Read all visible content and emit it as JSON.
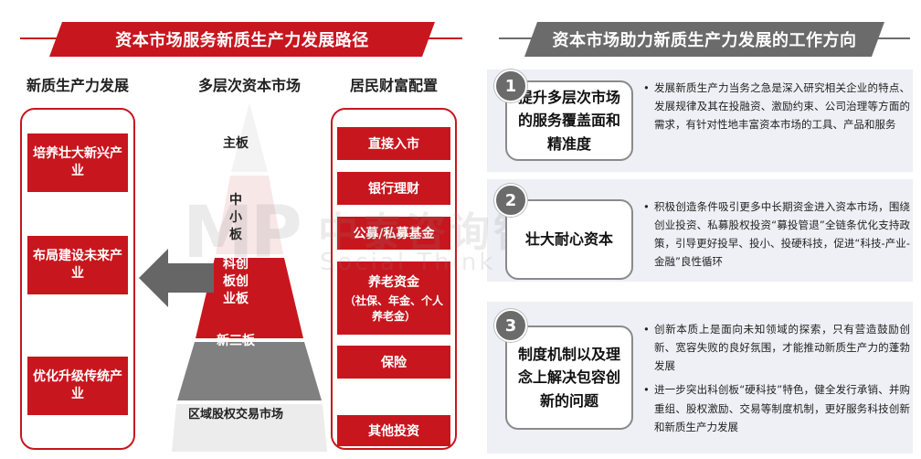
{
  "banners": {
    "left": "资本市场服务新质生产力发展路径",
    "right": "资本市场助力新质生产力发展的工作方向"
  },
  "columns": {
    "new_productivity": {
      "header": "新质生产力发展",
      "items": [
        "培养壮大新兴产业",
        "布局建设未来产业",
        "优化升级传统产业"
      ]
    },
    "capital_market": {
      "header": "多层次资本市场",
      "levels": [
        "主板",
        "中小板",
        "科创板创业板",
        "新三板",
        "区域股权交易市场"
      ]
    },
    "wealth_allocation": {
      "header": "居民财富配置",
      "items": [
        {
          "label": "直接入市"
        },
        {
          "label": "银行理财"
        },
        {
          "label": "公募/私募基金"
        },
        {
          "label": "养老资金",
          "sub": "（社保、年金、个人养老金）"
        },
        {
          "label": "保险"
        },
        {
          "label": "其他投资"
        }
      ]
    }
  },
  "directions": [
    {
      "number": "1",
      "title": "提升多层次市场的服务覆盖面和精准度",
      "bullets": [
        "发展新质生产力当务之急是深入研究相关企业的特点、发展规律及其在投融资、激励约束、公司治理等方面的需求，有针对性地丰富资本市场的工具、产品和服务"
      ]
    },
    {
      "number": "2",
      "title": "壮大耐心资本",
      "bullets": [
        "积极创造条件吸引更多中长期资金进入资本市场，围绕创业投资、私募股权投资“募投管退”全链条优化支持政策，引导更好投早、投小、投硬科技，促进“科技-产业-金融”良性循环"
      ]
    },
    {
      "number": "3",
      "title": "制度机制以及理念上解决包容创新的问题",
      "bullets": [
        "创新本质上是面向未知领域的探索，只有营造鼓励创新、宽容失败的良好氛围，才能推动新质生产力的蓬勃发展",
        "进一步突出科创板“硬科技”特色，健全发行承销、并购重组、股权激励、交易等制度机制，更好服务科技创新和新质生产力发展"
      ]
    }
  ],
  "watermark": {
    "logo": "MP",
    "cn": "中泰咨询智库",
    "en": "Social Think Tank"
  },
  "colors": {
    "accent_red": "#c8161e",
    "banner_gray": "#6b6b6b",
    "panel_bg": "#eef0f5"
  }
}
